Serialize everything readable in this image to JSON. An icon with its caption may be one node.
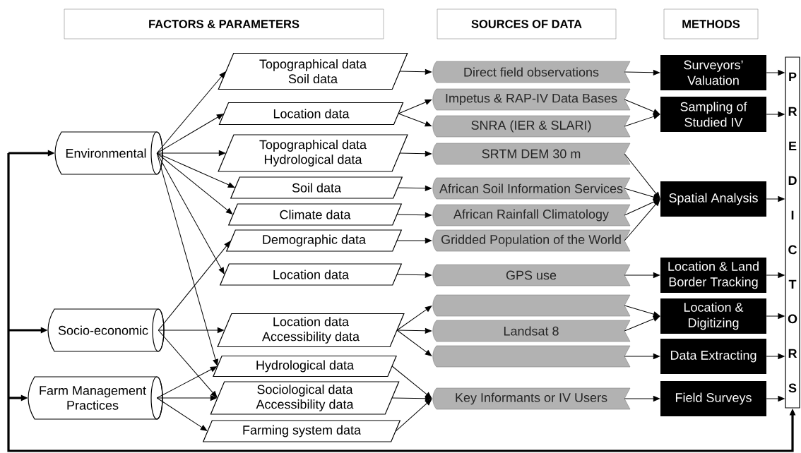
{
  "diagram": {
    "nodes": [
      {
        "text": [
          "FACTORS & PARAMETERS"
        ]
      },
      {
        "text": [
          "SOURCES OF DATA"
        ]
      },
      {
        "text": [
          "METHODS"
        ]
      },
      {
        "text": [
          "Environmental"
        ]
      },
      {
        "text": [
          "Socio-economic"
        ]
      },
      {
        "text": [
          "Farm Management Practices"
        ]
      },
      {
        "text": [
          "Topographical data Soil data"
        ]
      },
      {
        "text": [
          "Location data"
        ]
      },
      {
        "text": [
          "Topographical data Hydrological data"
        ]
      },
      {
        "text": [
          "Soil data"
        ]
      },
      {
        "text": [
          "Climate data"
        ]
      },
      {
        "text": [
          "Demographic data"
        ]
      },
      {
        "text": [
          "Location data"
        ]
      },
      {
        "text": [
          "Location data Accessibility data"
        ]
      },
      {
        "text": [
          "Hydrological data"
        ]
      },
      {
        "text": [
          "Sociological data Accessibility data"
        ]
      },
      {
        "text": [
          "Farming system data"
        ]
      },
      {
        "text": [
          "Direct field observations"
        ]
      },
      {
        "text": [
          "Impetus & RAP-IV Data Bases"
        ]
      },
      {
        "text": [
          "SNRA (IER & SLARI)"
        ]
      },
      {
        "text": [
          "SRTM DEM 30 m"
        ]
      },
      {
        "text": [
          "African Soil Information Services"
        ]
      },
      {
        "text": [
          "African Rainfall Climatology"
        ]
      },
      {
        "text": [
          "Gridded Population of the World"
        ]
      },
      {
        "text": [
          "GPS use"
        ]
      },
      {
        "text": [],
        "shape": "box"
      },
      {
        "text": [
          "Landsat 8"
        ]
      },
      {
        "text": [],
        "shape": "box"
      },
      {
        "text": [
          "Key Informants or IV Users"
        ]
      },
      {
        "text": [
          "Surveyors’ Valuation"
        ]
      },
      {
        "text": [
          "Sampling of Studied IV"
        ]
      },
      {
        "text": [
          "Spatial Analysis"
        ]
      },
      {
        "text": [
          "Location & Land Border Tracking"
        ]
      },
      {
        "text": [
          "Location & Digitizing"
        ]
      },
      {
        "text": [
          "Data Extracting"
        ]
      },
      {
        "text": [
          "Field Surveys"
        ]
      },
      {
        "text": [
          "PREDICTORS"
        ]
      }
    ],
    "edges": [
      {
        "from": 3,
        "to": 6,
        "arrow": "to"
      },
      {
        "from": 3,
        "to": 7,
        "arrow": "to"
      },
      {
        "from": 3,
        "to": 8,
        "arrow": "to"
      },
      {
        "from": 3,
        "to": 9,
        "arrow": "to"
      },
      {
        "from": 3,
        "to": 10,
        "arrow": "to"
      },
      {
        "from": 3,
        "to": 12,
        "arrow": "to"
      },
      {
        "from": 3,
        "to": 14,
        "arrow": "to"
      },
      {
        "from": 4,
        "to": 11,
        "arrow": "to"
      },
      {
        "from": 4,
        "to": 13,
        "arrow": "to"
      },
      {
        "from": 4,
        "to": 15,
        "arrow": "to"
      },
      {
        "from": 5,
        "to": 14,
        "arrow": "to"
      },
      {
        "from": 5,
        "to": 15,
        "arrow": "to"
      },
      {
        "from": 5,
        "to": 16,
        "arrow": "to"
      },
      {
        "from": 6,
        "to": 17,
        "arrow": "to"
      },
      {
        "from": 7,
        "to": 18,
        "arrow": "to"
      },
      {
        "from": 7,
        "to": 19,
        "arrow": "to"
      },
      {
        "from": 8,
        "to": 20,
        "arrow": "to"
      },
      {
        "from": 9,
        "to": 21,
        "arrow": "to"
      },
      {
        "from": 10,
        "to": 22,
        "arrow": "to"
      },
      {
        "from": 11,
        "to": 23,
        "arrow": "to"
      },
      {
        "from": 12,
        "to": 24,
        "arrow": "to"
      },
      {
        "from": 13,
        "to": 25,
        "arrow": "to"
      },
      {
        "from": 13,
        "to": 26,
        "arrow": "to"
      },
      {
        "from": 13,
        "to": 27,
        "arrow": "to"
      },
      {
        "from": 14,
        "to": 28,
        "arrow": "to"
      },
      {
        "from": 15,
        "to": 28,
        "arrow": "to"
      },
      {
        "from": 16,
        "to": 28,
        "arrow": "to"
      },
      {
        "from": 17,
        "to": 29,
        "arrow": "to"
      },
      {
        "from": 18,
        "to": 30,
        "arrow": "to"
      },
      {
        "from": 19,
        "to": 30,
        "arrow": "to"
      },
      {
        "from": 20,
        "to": 31,
        "arrow": "to"
      },
      {
        "from": 21,
        "to": 31,
        "arrow": "to"
      },
      {
        "from": 22,
        "to": 31,
        "arrow": "to"
      },
      {
        "from": 23,
        "to": 31,
        "arrow": "to"
      },
      {
        "from": 24,
        "to": 32,
        "arrow": "to"
      },
      {
        "from": 25,
        "to": 33,
        "arrow": "to"
      },
      {
        "from": 26,
        "to": 33,
        "arrow": "to"
      },
      {
        "from": 27,
        "to": 34,
        "arrow": "to"
      },
      {
        "from": 28,
        "to": 35,
        "arrow": "to"
      },
      {
        "from": 29,
        "to": 36,
        "arrow": "to"
      },
      {
        "from": 30,
        "to": 36,
        "arrow": "to"
      },
      {
        "from": 31,
        "to": 36,
        "arrow": "to"
      },
      {
        "from": 32,
        "to": 36,
        "arrow": "to"
      },
      {
        "from": 33,
        "to": 36,
        "arrow": "to"
      },
      {
        "from": 34,
        "to": 36,
        "arrow": "to"
      },
      {
        "from": 35,
        "to": 36,
        "arrow": "to"
      },
      {
        "from": 36,
        "to": 3,
        "arrow": "both",
        "style": "thick"
      },
      {
        "from": 36,
        "to": 4,
        "arrow": "both",
        "style": "thick"
      },
      {
        "from": 36,
        "to": 5,
        "arrow": "both",
        "style": "thick"
      }
    ]
  }
}
